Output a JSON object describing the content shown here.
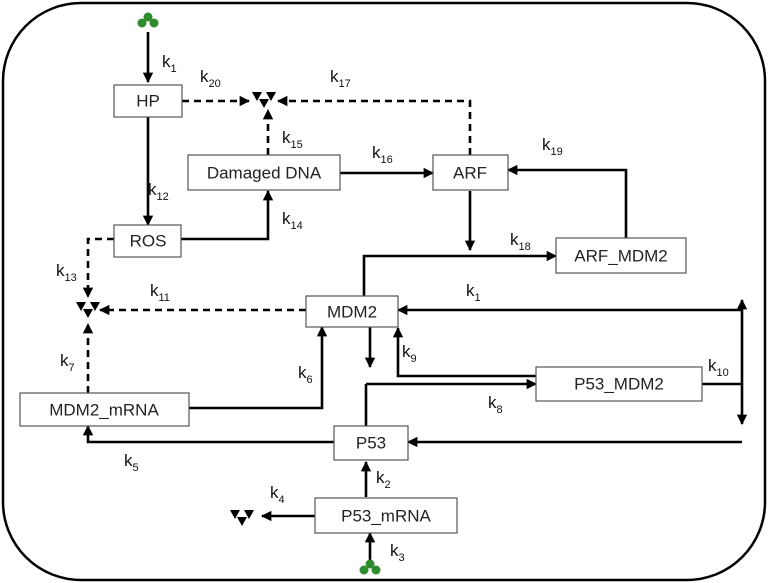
{
  "nodes": {
    "hp": "HP",
    "ros": "ROS",
    "damaged_dna": "Damaged DNA",
    "arf": "ARF",
    "arf_mdm2": "ARF_MDM2",
    "mdm2": "MDM2",
    "p53_mdm2": "P53_MDM2",
    "mdm2_mrna": "MDM2_mRNA",
    "p53": "P53",
    "p53_mrna": "P53_mRNA"
  },
  "rates": {
    "k1_top": {
      "main": "k",
      "sub": "1"
    },
    "k20": {
      "main": "k",
      "sub": "20"
    },
    "k17": {
      "main": "k",
      "sub": "17"
    },
    "k15": {
      "main": "k",
      "sub": "15"
    },
    "k16": {
      "main": "k",
      "sub": "16"
    },
    "k19": {
      "main": "k",
      "sub": "19"
    },
    "k12": {
      "main": "k",
      "sub": "12"
    },
    "k14": {
      "main": "k",
      "sub": "14"
    },
    "k18": {
      "main": "k",
      "sub": "18"
    },
    "k13": {
      "main": "k",
      "sub": "13"
    },
    "k11": {
      "main": "k",
      "sub": "11"
    },
    "k1_mid": {
      "main": "k",
      "sub": "1"
    },
    "k9": {
      "main": "k",
      "sub": "9"
    },
    "k10": {
      "main": "k",
      "sub": "10"
    },
    "k7": {
      "main": "k",
      "sub": "7"
    },
    "k6": {
      "main": "k",
      "sub": "6"
    },
    "k8": {
      "main": "k",
      "sub": "8"
    },
    "k5": {
      "main": "k",
      "sub": "5"
    },
    "k2": {
      "main": "k",
      "sub": "2"
    },
    "k4": {
      "main": "k",
      "sub": "4"
    },
    "k3": {
      "main": "k",
      "sub": "3"
    }
  },
  "colors": {
    "source_symbol": "#2e8b2e",
    "arrows": "#000000"
  }
}
